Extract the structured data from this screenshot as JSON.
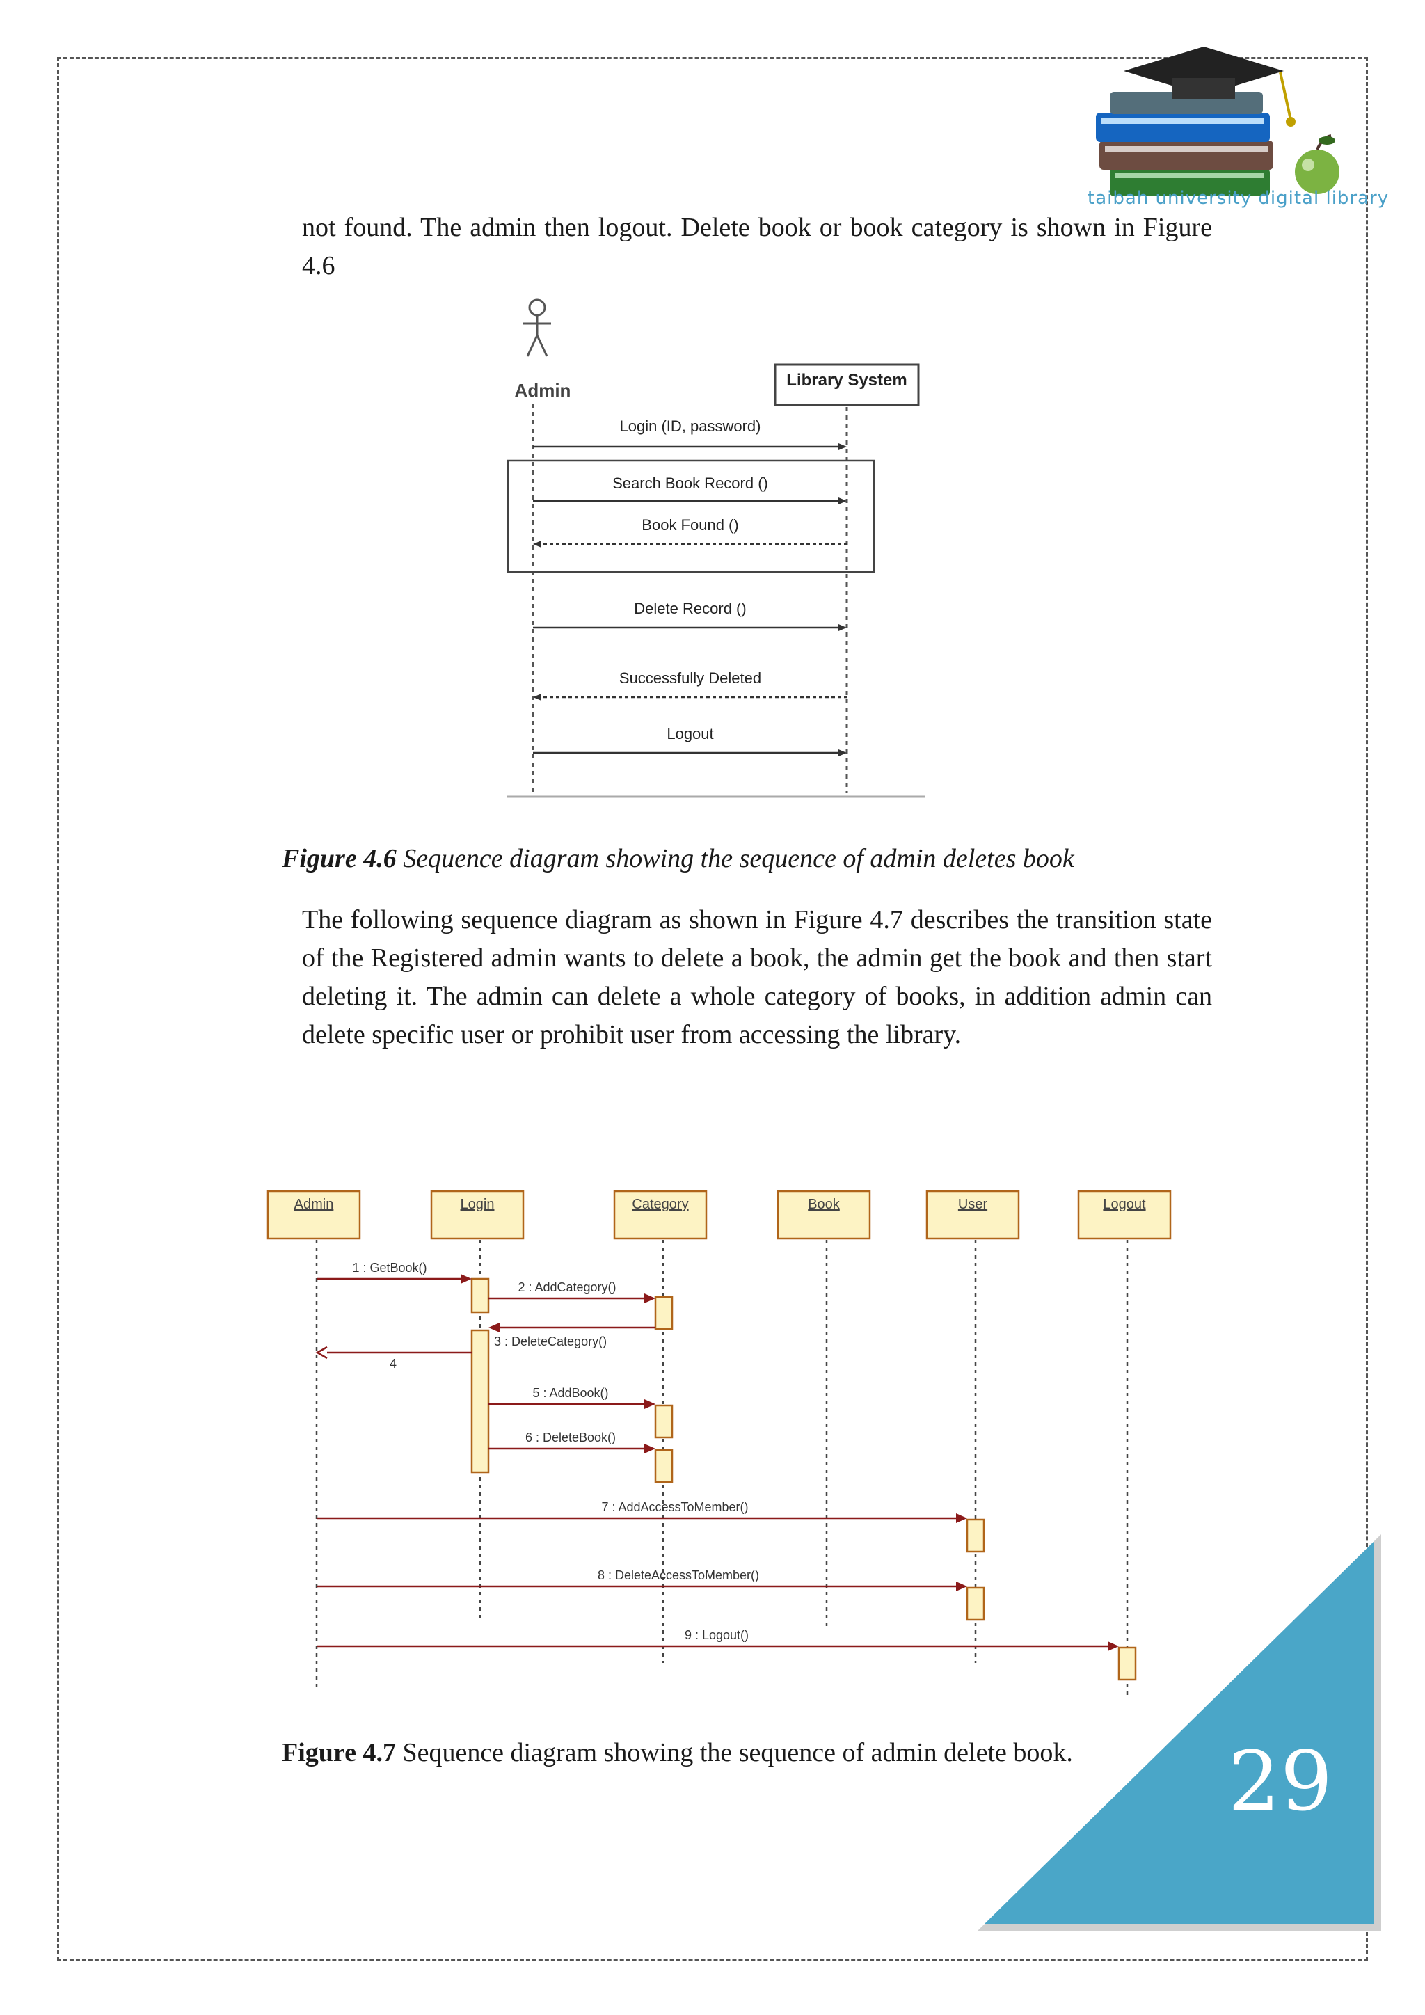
{
  "logo": {
    "icon": "books-graduation-cap-apple-logo",
    "text": "taibah university digital library"
  },
  "paragraph1": "not found. The admin then logout. Delete book or book category is shown in Figure 4.6",
  "figure46": {
    "actor": "Admin",
    "system": "Library System",
    "messages": [
      "Login (ID, password)",
      "Search Book Record ()",
      "Book Found ()",
      "Delete Record ()",
      "Successfully Deleted",
      "Logout"
    ],
    "caption_label": "Figure 4.6",
    "caption_text": "Sequence diagram showing the sequence of admin deletes book"
  },
  "paragraph2": "The following sequence diagram as shown in Figure 4.7 describes the transition state of the Registered admin wants to delete a book, the admin get the book and then start deleting it. The admin can delete a whole category of books, in addition admin can delete specific user or prohibit user from accessing the library.",
  "figure47": {
    "lifelines": [
      "Admin",
      "Login",
      "Category",
      "Book",
      "User",
      "Logout"
    ],
    "messages": [
      "1 : GetBook()",
      "2 : AddCategory()",
      "3 : DeleteCategory()",
      "4",
      "5 : AddBook()",
      "6 : DeleteBook()",
      "7 : AddAccessToMember()",
      "8 : DeleteAccessToMember()",
      "9 : Logout()"
    ],
    "caption_label": "Figure 4.7",
    "caption_text": "Sequence diagram showing the sequence of admin delete book."
  },
  "page_number": "29",
  "colors": {
    "corner_blue": "#4aa6c8",
    "lifeline_box": "#fdf3c4",
    "lifeline_border": "#b0651a",
    "message_line": "#8b1a1a",
    "logo_text": "#4aa0c8"
  }
}
